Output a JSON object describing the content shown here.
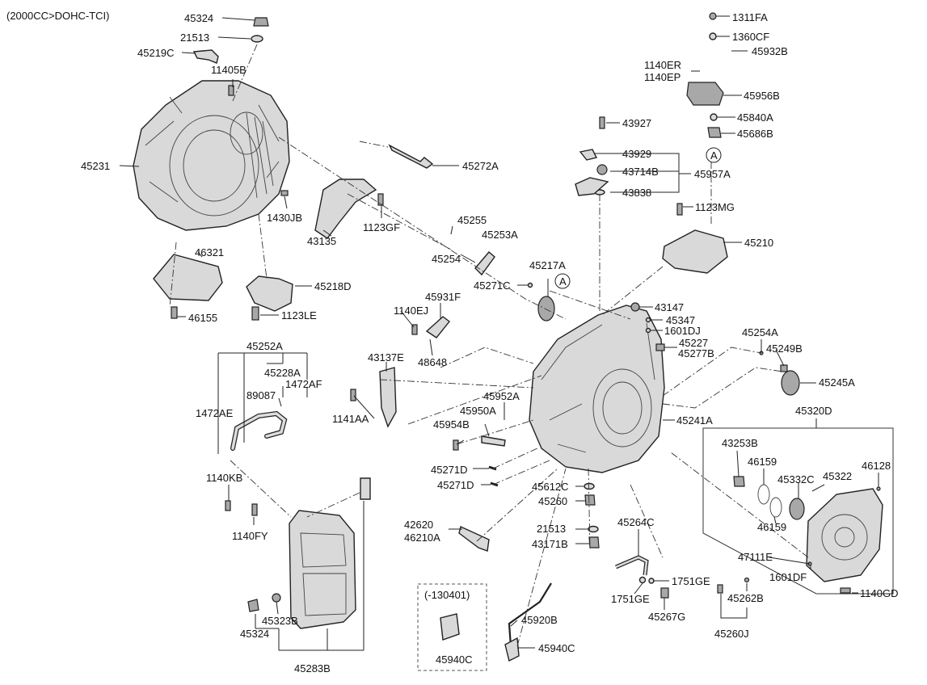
{
  "header": {
    "variant": "(2000CC>DOHC-TCI)"
  },
  "labels": {
    "p45324_top": "45324",
    "p21513_top": "21513",
    "p45219C": "45219C",
    "p11405B": "11405B",
    "p45231": "45231",
    "p45272A": "45272A",
    "p1430JB": "1430JB",
    "p1123GF": "1123GF",
    "p43135": "43135",
    "p46321": "46321",
    "p45218D": "45218D",
    "p1123LE": "1123LE",
    "p46155": "46155",
    "p45252A": "45252A",
    "p45228A": "45228A",
    "p1472AF": "1472AF",
    "p89087": "89087",
    "p1472AE": "1472AE",
    "p1140KB": "1140KB",
    "p1140FY": "1140FY",
    "p45323B": "45323B",
    "p45324_bot": "45324",
    "p45283B": "45283B",
    "p45255": "45255",
    "p45253A": "45253A",
    "p45254": "45254",
    "p45217A": "45217A",
    "p45271C": "45271C",
    "p45931F": "45931F",
    "p1140EJ": "1140EJ",
    "p48648": "48648",
    "p43137E": "43137E",
    "p1141AA": "1141AA",
    "p45952A": "45952A",
    "p45950A": "45950A",
    "p45954B": "45954B",
    "p45271D_a": "45271D",
    "p45271D_b": "45271D",
    "p42620": "42620",
    "p46210A": "46210A",
    "p130401": "(-130401)",
    "p45940C_box": "45940C",
    "p45920B": "45920B",
    "p45940C": "45940C",
    "p45612C": "45612C",
    "p45260": "45260",
    "p21513_mid": "21513",
    "p43171B": "43171B",
    "p45264C": "45264C",
    "p1751GE_a": "1751GE",
    "p1751GE_b": "1751GE",
    "p45267G": "45267G",
    "p1311FA": "1311FA",
    "p1360CF": "1360CF",
    "p45932B": "45932B",
    "p1140ER": "1140ER",
    "p1140EP": "1140EP",
    "p45956B": "45956B",
    "p45840A": "45840A",
    "p43927": "43927",
    "p45686B": "45686B",
    "pA_top": "A",
    "p43929": "43929",
    "p43714B": "43714B",
    "p45957A": "45957A",
    "p43838": "43838",
    "p1123MG": "1123MG",
    "p45210": "45210",
    "pA_mid": "A",
    "p43147": "43147",
    "p45347": "45347",
    "p1601DJ": "1601DJ",
    "p45227": "45227",
    "p45277B": "45277B",
    "p45254A": "45254A",
    "p45249B": "45249B",
    "p45245A": "45245A",
    "p45241A": "45241A",
    "p45320D": "45320D",
    "p43253B": "43253B",
    "p46159_a": "46159",
    "p46128": "46128",
    "p45332C": "45332C",
    "p45322": "45322",
    "p46159_b": "46159",
    "p47111E": "47111E",
    "p1601DF": "1601DF",
    "p45262B": "45262B",
    "p1140GD": "1140GD",
    "p45260J": "45260J"
  }
}
